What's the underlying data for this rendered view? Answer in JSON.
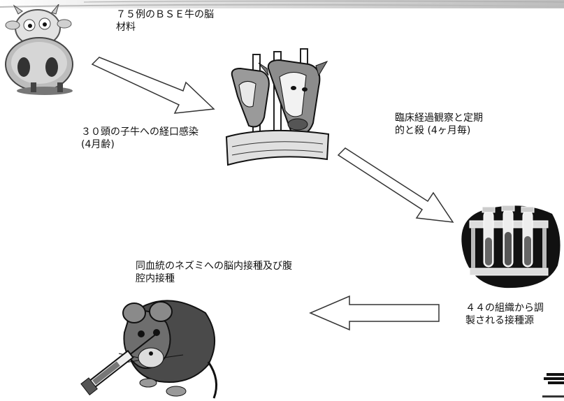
{
  "steps": {
    "step1": "７５例のＢＳＥ牛の脳\n材料",
    "step2": "３０頭の子牛への経口感染\n(4月齢)",
    "step3": "臨床経過観察と定期\n的と殺 (4ヶ月毎)",
    "step4": "４４の組織から調\n製される接種源",
    "step5": "同血統のネズミへの脳内接種及び腹\n腔内接種"
  },
  "icons": {
    "cow_cartoon": "cartoon-cow-icon",
    "calves": "calves-icon",
    "test_tubes": "test-tube-rack-icon",
    "mouse_injection": "mouse-syringe-icon"
  },
  "colors": {
    "arrow_fill": "#ffffff",
    "arrow_stroke": "#333333",
    "header_band": "#d8d8d8"
  }
}
